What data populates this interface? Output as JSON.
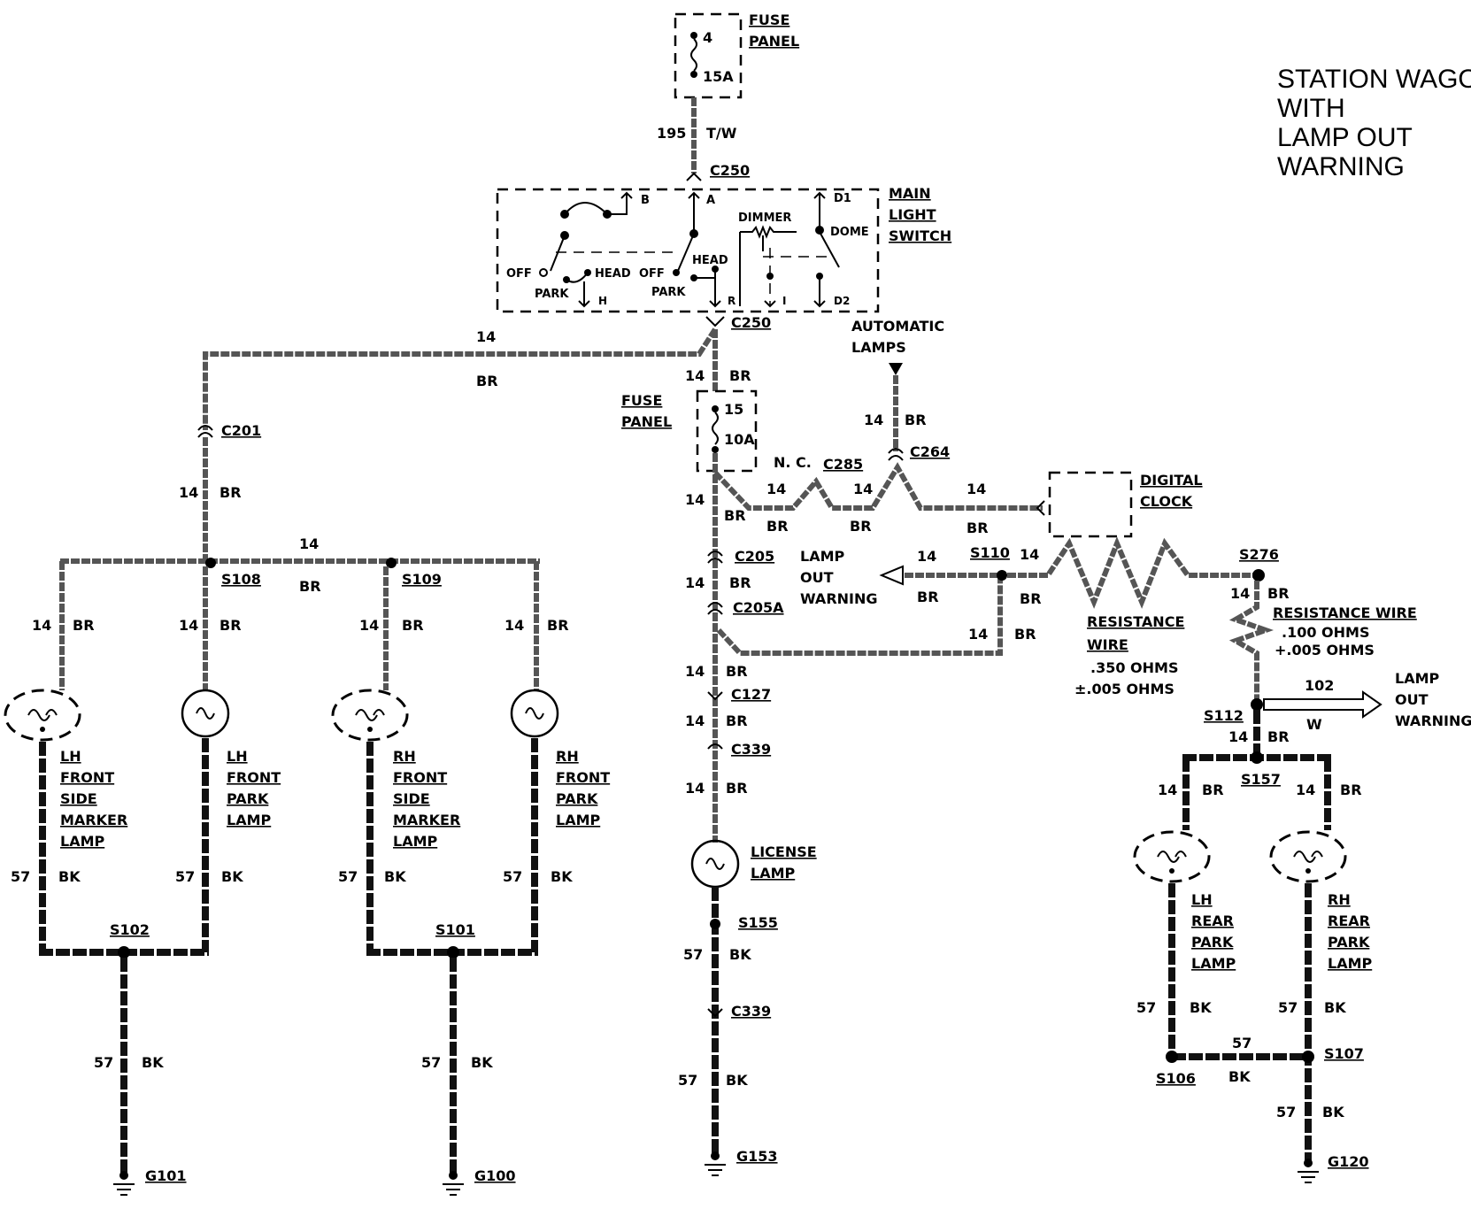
{
  "title": [
    "STATION WAGON",
    "WITH",
    "LAMP OUT",
    "WARNING"
  ],
  "top_fuse": {
    "label": [
      "FUSE",
      "PANEL"
    ],
    "number": "4",
    "rating": "15A"
  },
  "top_wire": {
    "circuit": "195",
    "color": "T/W"
  },
  "connectors": {
    "c250_top": "C250",
    "c250_bottom": "C250",
    "c201": "C201",
    "c205": "C205",
    "c205a": "C205A",
    "c127": "C127",
    "c339_upper": "C339",
    "c339_lower": "C339",
    "c285": "C285",
    "c264": "C264"
  },
  "main_light_switch": {
    "label": [
      "MAIN",
      "LIGHT",
      "SWITCH"
    ],
    "terminals": {
      "b": "B",
      "a": "A",
      "d1": "D1",
      "h": "H",
      "r": "R",
      "i": "I",
      "d2": "D2"
    },
    "positions": {
      "off1": "OFF",
      "park1": "PARK",
      "head1": "HEAD",
      "off2": "OFF",
      "park2": "PARK",
      "head2": "HEAD",
      "dimmer": "DIMMER",
      "dome": "DOME"
    }
  },
  "automatic_lamps": [
    "AUTOMATIC",
    "LAMPS"
  ],
  "lower_fuse": {
    "label": [
      "FUSE",
      "PANEL"
    ],
    "number": "15",
    "rating": "10A"
  },
  "nc_label": "N. C.",
  "digital_clock": [
    "DIGITAL",
    "CLOCK"
  ],
  "splices": {
    "s108": "S108",
    "s109": "S109",
    "s110": "S110",
    "s276": "S276",
    "s112": "S112",
    "s157": "S157",
    "s102": "S102",
    "s101": "S101",
    "s155": "S155",
    "s106": "S106",
    "s107": "S107"
  },
  "grounds": {
    "g101": "G101",
    "g100": "G100",
    "g153": "G153",
    "g120": "G120"
  },
  "lamp_out_left": [
    "LAMP",
    "OUT",
    "WARNING"
  ],
  "lamp_out_right": [
    "LAMP",
    "OUT",
    "WARNING"
  ],
  "resistance_wire_1": {
    "label": [
      "RESISTANCE",
      "WIRE"
    ],
    "value": [
      ".350 OHMS",
      "±.005 OHMS"
    ]
  },
  "resistance_wire_2": {
    "label": "RESISTANCE WIRE",
    "value": [
      ".100 OHMS",
      "+.005 OHMS"
    ]
  },
  "lamps": {
    "lh_front_side_marker": [
      "LH",
      "FRONT",
      "SIDE",
      "MARKER",
      "LAMP"
    ],
    "lh_front_park": [
      "LH",
      "FRONT",
      "PARK",
      "LAMP"
    ],
    "rh_front_side_marker": [
      "RH",
      "FRONT",
      "SIDE",
      "MARKER",
      "LAMP"
    ],
    "rh_front_park": [
      "RH",
      "FRONT",
      "PARK",
      "LAMP"
    ],
    "license": [
      "LICENSE",
      "LAMP"
    ],
    "lh_rear_park": [
      "LH",
      "REAR",
      "PARK",
      "LAMP"
    ],
    "rh_rear_park": [
      "RH",
      "REAR",
      "PARK",
      "LAMP"
    ]
  },
  "wire_gauge": {
    "g14": "14",
    "g57": "57",
    "c102": "102"
  },
  "wire_color": {
    "br": "BR",
    "bk": "BK",
    "w": "W"
  }
}
